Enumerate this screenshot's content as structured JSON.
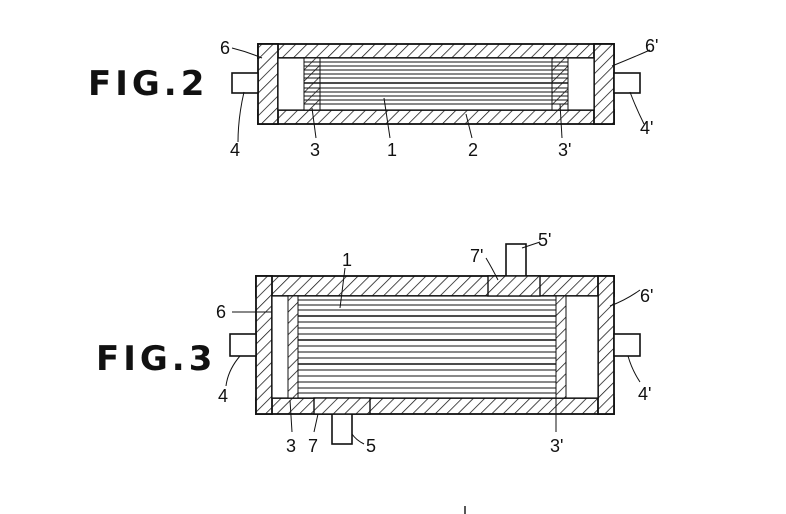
{
  "figures": {
    "fig2": {
      "title": "FIG.2",
      "labels": {
        "l6": "6",
        "l6p": "6'",
        "l4": "4",
        "l4p": "4'",
        "l3": "3",
        "l1": "1",
        "l2": "2",
        "l3p": "3'"
      }
    },
    "fig3": {
      "title": "FIG.3",
      "labels": {
        "l1": "1",
        "l7p": "7'",
        "l5p": "5'",
        "l6": "6",
        "l6p": "6'",
        "l4": "4",
        "l4p": "4'",
        "l3": "3",
        "l7": "7",
        "l5": "5",
        "l3p": "3'"
      }
    }
  }
}
